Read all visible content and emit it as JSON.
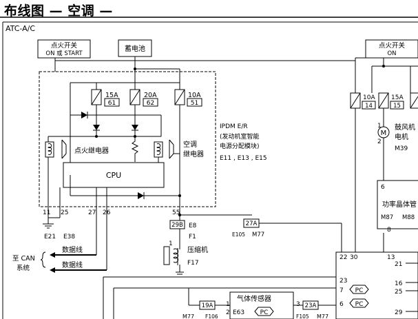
{
  "title": "布线图 — 空调 —",
  "system_code": "ATC-A/C",
  "labels": {
    "ign_left_1": "点火开关",
    "ign_left_2": "ON 或 START",
    "battery": "蓄电池",
    "ign_right_1": "点火开关",
    "ign_right_2": "ON",
    "ignition_relay": "点火继电器",
    "ac_relay_1": "空调",
    "ac_relay_2": "继电器",
    "cpu": "CPU",
    "ipdm_1": "IPDM E/R",
    "ipdm_2": "(发动机室智能",
    "ipdm_3": "电源分配模块)",
    "ipdm_conn": "E11 , E13 , E15",
    "data_line_1": "数据线",
    "data_line_2": "数据线",
    "to_can_1": "至 CAN",
    "to_can_2": "系统",
    "compressor": "压缩机",
    "blower_1": "鼓风机",
    "blower_2": "电机",
    "power_transistor": "功率晶体管",
    "gas_sensor": "气体传感器"
  },
  "fuses": [
    {
      "amp": "15A",
      "num": "61"
    },
    {
      "amp": "20A",
      "num": "62"
    },
    {
      "amp": "10A",
      "num": "51"
    },
    {
      "amp": "10A",
      "num": "14"
    },
    {
      "amp": "15A",
      "num": "15"
    }
  ],
  "connectors": {
    "ground_e21": "E21",
    "ground_e38": "E38",
    "e8": "E8",
    "f1": "F1",
    "f17": "F17",
    "m39": "M39",
    "m87": "M87",
    "m88": "M88",
    "e105_a": "E105",
    "m77_a": "M77",
    "e63": "E63",
    "m77_b": "M77",
    "f106": "F106",
    "f105": "F105",
    "m77_c": "M77",
    "pc": "PC"
  },
  "pins": {
    "p11": "11",
    "p25": "25",
    "p27": "27",
    "p26": "26",
    "p55": "55",
    "p29b": "29B",
    "p27a": "27A",
    "p19a": "19A",
    "p23a": "23A",
    "p22": "22",
    "p30": "30",
    "p13": "13",
    "p21": "21",
    "p23": "23",
    "p7": "7",
    "p16": "16",
    "p25b": "25",
    "p6b": "6",
    "p29": "29",
    "p1": "1",
    "p2": "2",
    "p3": "3",
    "p6": "6",
    "p8": "8",
    "comp_pin": "1",
    "blower_p1": "1",
    "blower_p2": "2"
  }
}
